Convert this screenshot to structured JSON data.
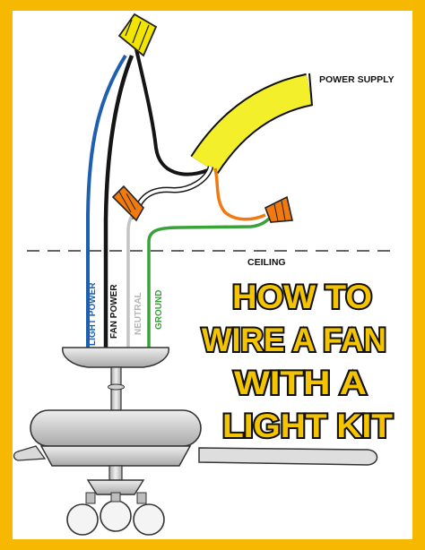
{
  "labels": {
    "power_supply": "POWER SUPPLY",
    "ceiling": "CEILING",
    "wires": [
      "LIGHT POWER",
      "FAN POWER",
      "NEUTRAL",
      "GROUND"
    ]
  },
  "title": {
    "lines": [
      "HOW TO",
      "WIRE A FAN",
      "WITH A",
      "LIGHT KIT"
    ]
  },
  "colors": {
    "frame": "#f6b800",
    "wire_blue": "#1f5fb0",
    "wire_black": "#151515",
    "wire_white": "#bdbdbd",
    "wire_green": "#3aa23a",
    "connector_yellow": "#f2e600",
    "connector_orange": "#f07a10",
    "conduit_yellow": "#f3ef2a",
    "fan_gray": "#cfcfcf",
    "title_fill": "#f4c400"
  }
}
